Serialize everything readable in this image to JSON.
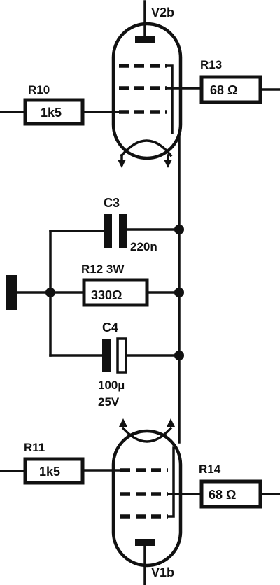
{
  "labels": {
    "v2b": "V2b",
    "v1b": "V1b",
    "r10": "R10",
    "r10_value": "1k5",
    "r11": "R11",
    "r11_value": "1k5",
    "r13": "R13",
    "r13_value": "68 Ω",
    "r14": "R14",
    "r14_value": "68 Ω",
    "c3": "C3",
    "c3_value": "220n",
    "r12": "R12 3W",
    "r12_value": "330Ω",
    "c4": "C4",
    "c4_value": "100µ",
    "c4_voltage": "25V"
  }
}
